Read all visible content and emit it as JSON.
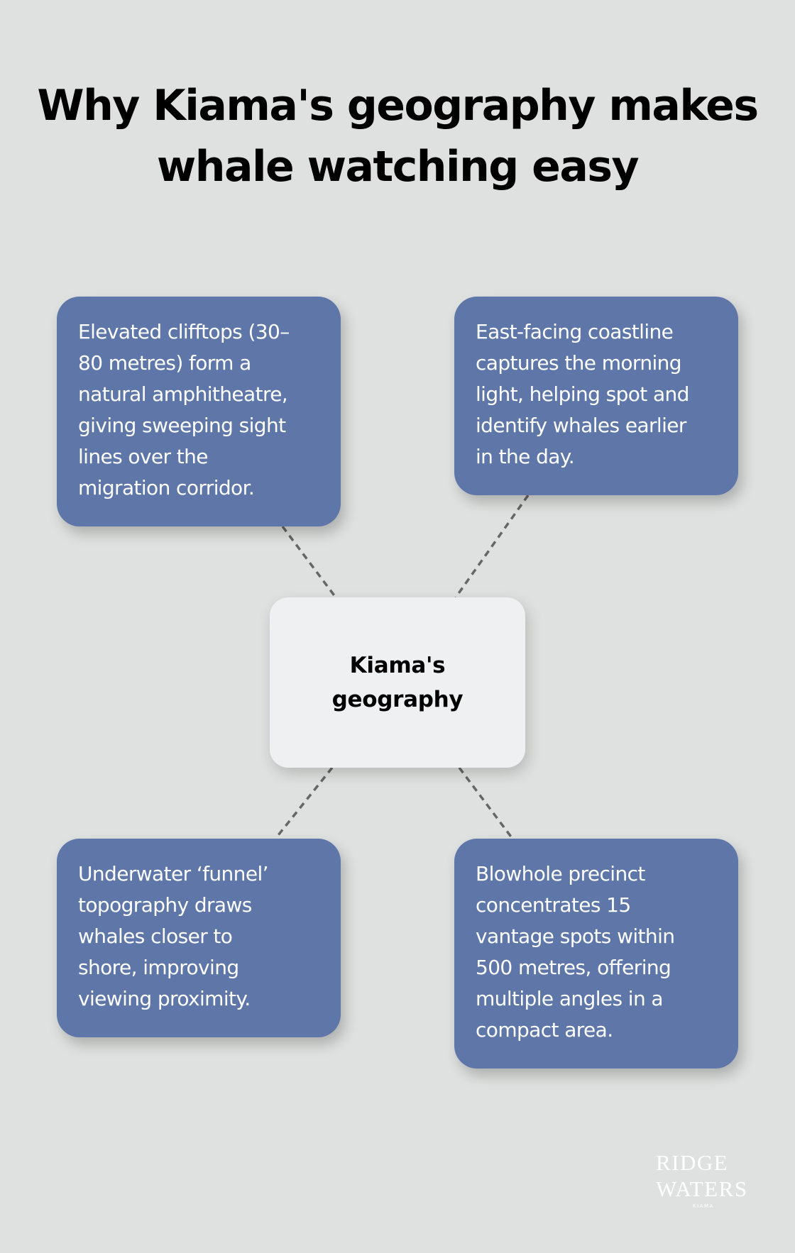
{
  "title": {
    "lines": [
      "Why Kiama's geography makes",
      "whale watching easy"
    ]
  },
  "center": {
    "lines": [
      "Kiama's",
      "geography"
    ]
  },
  "boxes": {
    "top_left": {
      "lines": [
        "Elevated clifftops (30–",
        "80 metres) form a",
        "natural amphitheatre,",
        "giving sweeping sight",
        "lines over the",
        "migration corridor."
      ]
    },
    "top_right": {
      "lines": [
        "East-facing coastline",
        "captures the morning",
        "light, helping spot and",
        "identify whales earlier",
        "in the day."
      ]
    },
    "bottom_left": {
      "lines": [
        "Underwater ‘funnel’",
        "topography draws",
        "whales closer to",
        "shore, improving",
        "viewing proximity."
      ]
    },
    "bottom_right": {
      "lines": [
        "Blowhole precinct",
        "concentrates 15",
        "vantage spots within",
        "500 metres, offering",
        "multiple angles in a",
        "compact area."
      ]
    }
  },
  "logo": {
    "lines": [
      "RIDGE",
      "WATERS"
    ],
    "sub": "KIAMA"
  },
  "colors": {
    "background": "#dfe1e0",
    "box_fill": "#5e77a8",
    "center_fill": "#eff0f2",
    "connector": "#666666",
    "title_text": "#000000",
    "box_text": "#ffffff"
  }
}
